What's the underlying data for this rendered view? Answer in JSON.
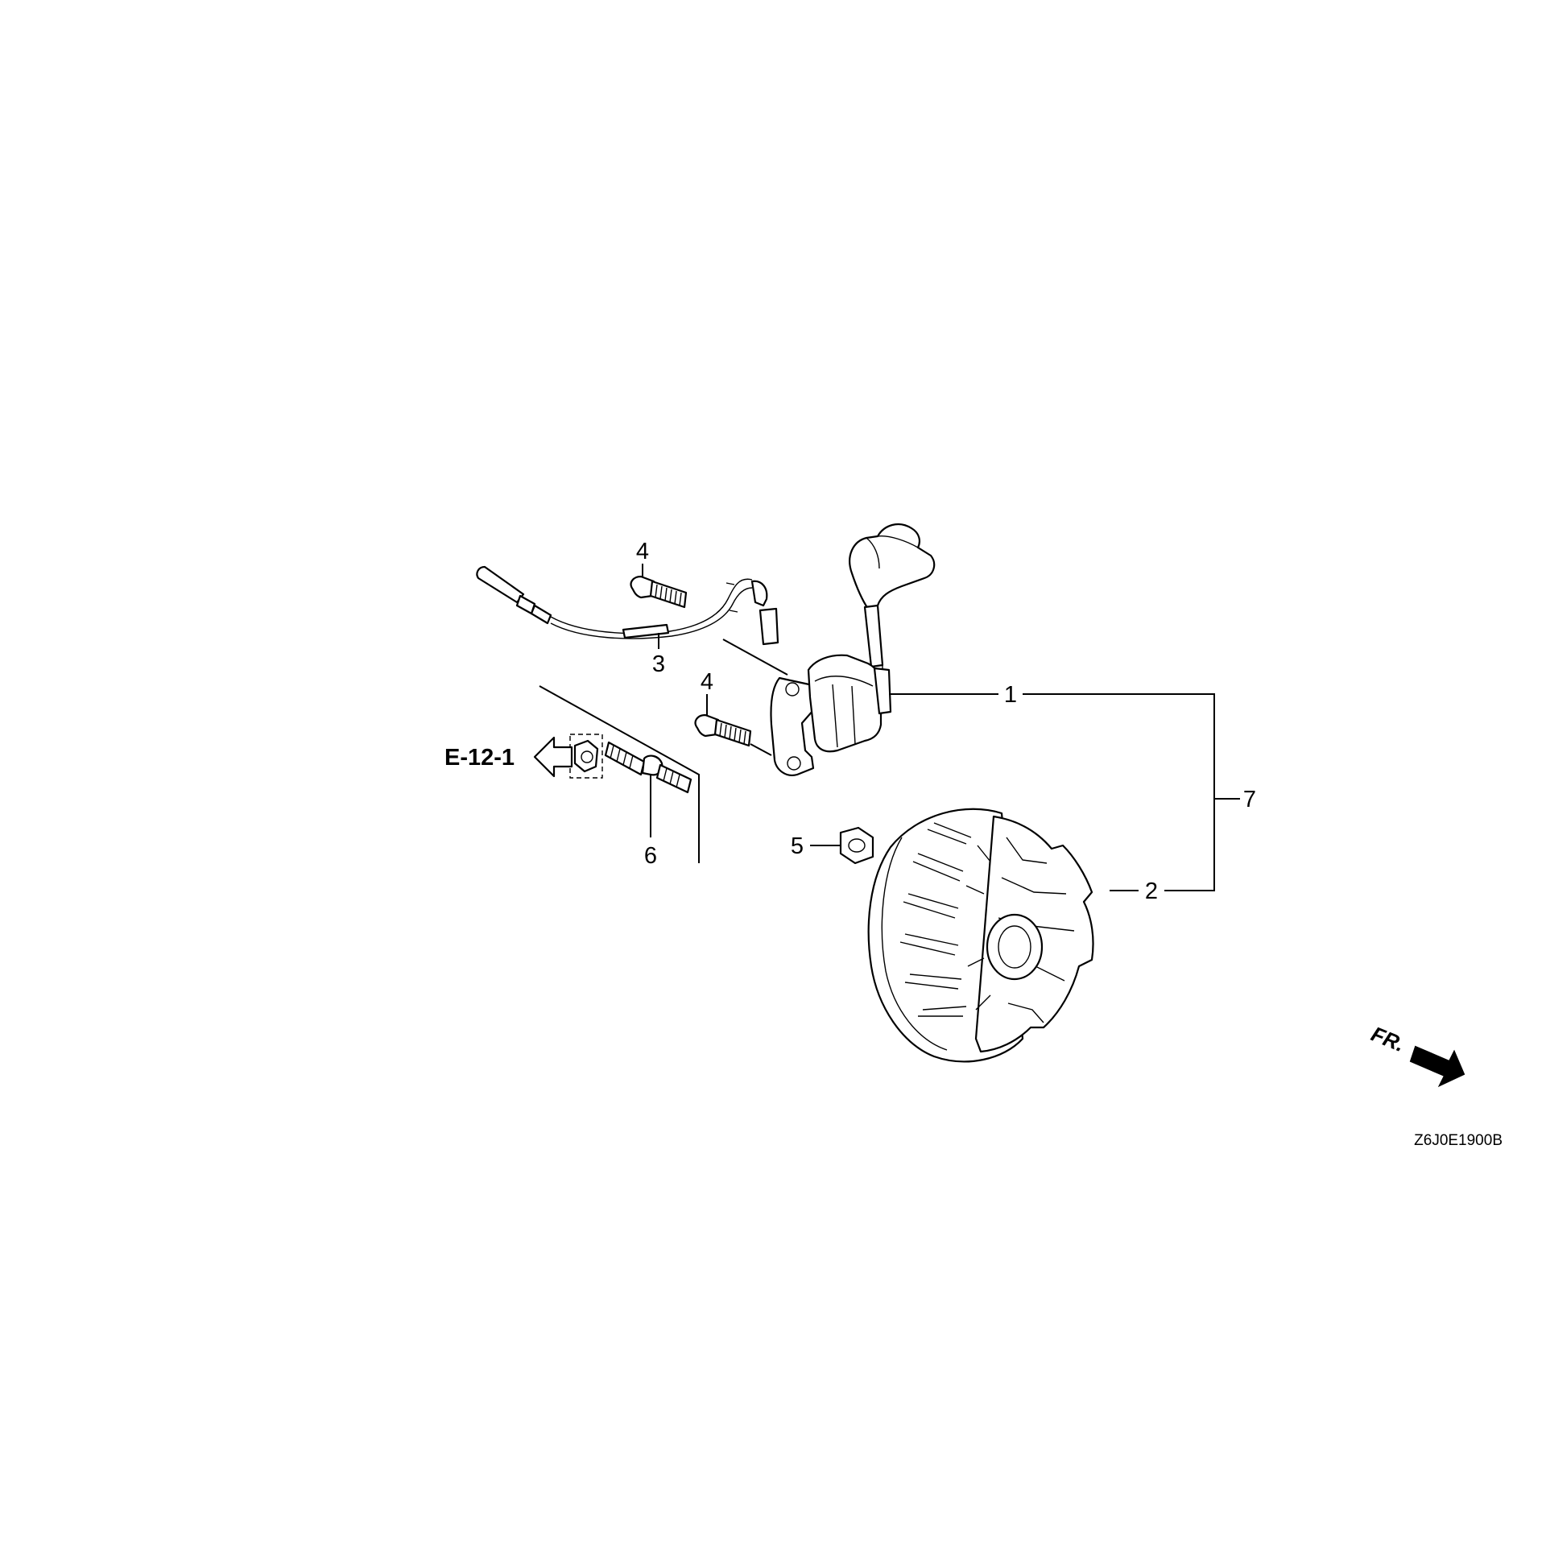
{
  "callouts": {
    "c1": "1",
    "c2": "2",
    "c3": "3",
    "c4a": "4",
    "c4b": "4",
    "c5": "5",
    "c6": "6",
    "c7": "7"
  },
  "reference": {
    "label": "E-12-1"
  },
  "orientation": {
    "label": "FR."
  },
  "drawing_code": "Z6J0E1900B"
}
